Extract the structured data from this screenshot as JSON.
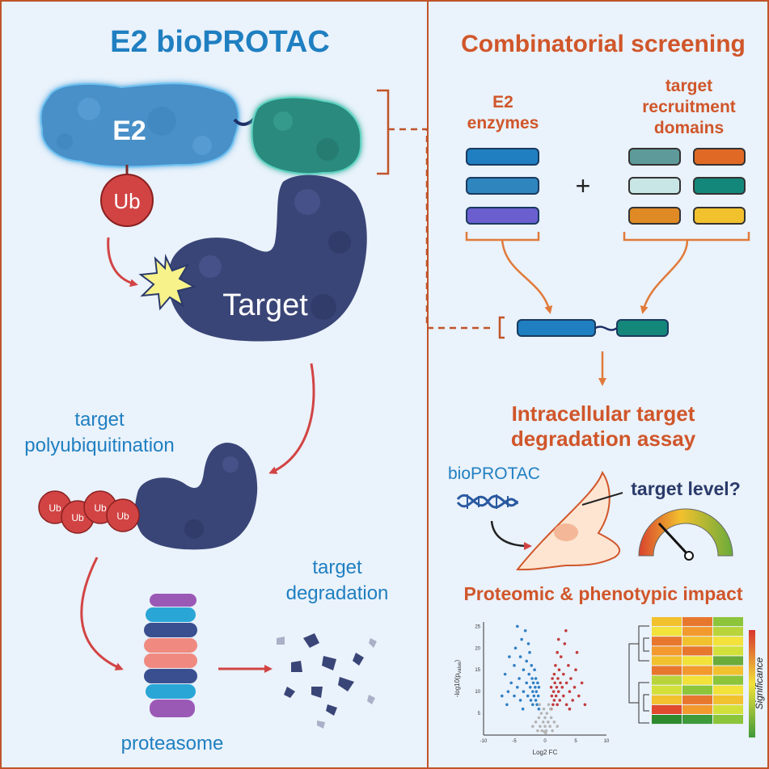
{
  "colors": {
    "background": "#eaf2fb",
    "panel_border": "#c0542a",
    "left_title": "#1f7fc1",
    "right_title": "#d0562a",
    "label_blue": "#1f7fc1",
    "target_protein": "#3a4577",
    "e2_protein": "#4a90c8",
    "recruit_domain": "#2c8a7e",
    "ubiquitin": "#d24444",
    "arrow_red": "#d24444",
    "arrow_orange": "#e07a3a"
  },
  "left_panel": {
    "title": "E2 bioPROTAC",
    "e2_label": "E2",
    "ub_label": "Ub",
    "target_label": "Target",
    "polyub_label_line1": "target",
    "polyub_label_line2": "polyubiquitination",
    "ub_chain": [
      "Ub",
      "Ub",
      "Ub",
      "Ub"
    ],
    "proteasome_label": "proteasome",
    "degradation_label_line1": "target",
    "degradation_label_line2": "degradation"
  },
  "right_panel": {
    "title": "Combinatorial screening",
    "e2_enzymes_line1": "E2",
    "e2_enzymes_line2": "enzymes",
    "domains_line1": "target",
    "domains_line2": "recruitment",
    "domains_line3": "domains",
    "plus": "+",
    "e2_bars": [
      "#1f7fc1",
      "#2f86bf",
      "#6b5fcf"
    ],
    "domain_bars": [
      "#5f9a9a",
      "#e06a25",
      "#c9e6e6",
      "#14877b",
      "#e08a25",
      "#f2c12e"
    ],
    "assay_title_line1": "Intracellular target",
    "assay_title_line2": "degradation assay",
    "bioprotac_label": "bioPROTAC",
    "target_level_label": "target level?",
    "impact_title": "Proteomic & phenotypic impact",
    "volcano": {
      "ylabel": "-log10(p",
      "ylabel_sub": "value",
      "ylabel_end": ")",
      "xlabel": "Log2 FC",
      "x_ticks": [
        "-10",
        "-5",
        "0",
        "5",
        "10"
      ],
      "y_ticks": [
        "5",
        "10",
        "15",
        "20",
        "25"
      ]
    },
    "heatmap_label": "Significance"
  },
  "chart_data": {
    "type": "scatter",
    "xlabel": "Log2 FC",
    "ylabel": "-log10(pvalue)",
    "xlim": [
      -10,
      10
    ],
    "ylim": [
      0,
      26
    ],
    "series": [
      {
        "color": "#2f7fc4",
        "points": [
          [
            -7,
            9
          ],
          [
            -6.5,
            14
          ],
          [
            -6,
            10
          ],
          [
            -5.5,
            12
          ],
          [
            -5,
            16
          ],
          [
            -5,
            9
          ],
          [
            -4.8,
            20
          ],
          [
            -4.5,
            11
          ],
          [
            -4.2,
            13
          ],
          [
            -4,
            18
          ],
          [
            -4,
            8
          ],
          [
            -3.8,
            22
          ],
          [
            -3.5,
            15
          ],
          [
            -3.5,
            10
          ],
          [
            -3.2,
            24
          ],
          [
            -3,
            12
          ],
          [
            -3,
            17
          ],
          [
            -2.8,
            9
          ],
          [
            -2.6,
            14
          ],
          [
            -2.5,
            19
          ],
          [
            -2.4,
            11
          ],
          [
            -2.3,
            8
          ],
          [
            -2.2,
            16
          ],
          [
            -2.1,
            13
          ],
          [
            -2,
            10
          ],
          [
            -2,
            7
          ],
          [
            -1.9,
            12
          ],
          [
            -1.8,
            9
          ],
          [
            -1.7,
            15
          ],
          [
            -1.6,
            11
          ],
          [
            -1.5,
            8
          ],
          [
            -1.5,
            13
          ],
          [
            -1.4,
            10
          ],
          [
            -1.3,
            7
          ],
          [
            -1.2,
            12
          ],
          [
            -1.1,
            9
          ],
          [
            -1,
            6
          ],
          [
            -1,
            11
          ],
          [
            -3.6,
            6
          ],
          [
            -2.7,
            21
          ],
          [
            -4.5,
            25
          ],
          [
            -5.8,
            18
          ],
          [
            -6.2,
            7
          ]
        ]
      },
      {
        "color": "#c23b3b",
        "points": [
          [
            1,
            6
          ],
          [
            1,
            11
          ],
          [
            1.1,
            9
          ],
          [
            1.2,
            13
          ],
          [
            1.3,
            7
          ],
          [
            1.4,
            10
          ],
          [
            1.5,
            14
          ],
          [
            1.5,
            8
          ],
          [
            1.6,
            12
          ],
          [
            1.7,
            16
          ],
          [
            1.8,
            9
          ],
          [
            1.9,
            11
          ],
          [
            2,
            19
          ],
          [
            2,
            7
          ],
          [
            2.1,
            13
          ],
          [
            2.2,
            10
          ],
          [
            2.3,
            15
          ],
          [
            2.4,
            8
          ],
          [
            2.5,
            12
          ],
          [
            2.6,
            18
          ],
          [
            2.8,
            11
          ],
          [
            3,
            14
          ],
          [
            3,
            9
          ],
          [
            3.2,
            21
          ],
          [
            3.5,
            12
          ],
          [
            3.5,
            7
          ],
          [
            3.8,
            16
          ],
          [
            4,
            10
          ],
          [
            4.2,
            13
          ],
          [
            4.5,
            8
          ],
          [
            4.8,
            11
          ],
          [
            5,
            15
          ],
          [
            5.5,
            9
          ],
          [
            6,
            12
          ],
          [
            6.5,
            7
          ],
          [
            5.2,
            19
          ],
          [
            3.4,
            24
          ],
          [
            2.2,
            22
          ],
          [
            4,
            6
          ]
        ]
      },
      {
        "color": "#b5b5b5",
        "points": [
          [
            -1.5,
            3
          ],
          [
            -1.2,
            1
          ],
          [
            -1,
            4
          ],
          [
            -0.8,
            2
          ],
          [
            -0.6,
            5
          ],
          [
            -0.5,
            1
          ],
          [
            -0.3,
            3
          ],
          [
            -0.2,
            6
          ],
          [
            0,
            2
          ],
          [
            0,
            4
          ],
          [
            0.2,
            1
          ],
          [
            0.3,
            5
          ],
          [
            0.5,
            3
          ],
          [
            0.6,
            7
          ],
          [
            0.8,
            2
          ],
          [
            1,
            4
          ],
          [
            1.2,
            1
          ],
          [
            1.5,
            3
          ],
          [
            0.1,
            0.5
          ],
          [
            -0.1,
            0.8
          ],
          [
            -2,
            2
          ],
          [
            2,
            2
          ],
          [
            -0.9,
            7
          ],
          [
            0.9,
            6
          ]
        ]
      }
    ]
  }
}
